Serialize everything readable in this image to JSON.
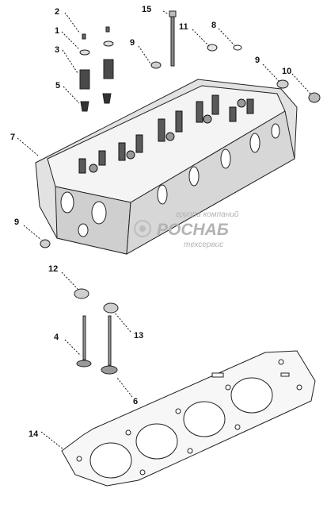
{
  "diagram": {
    "callouts": [
      "1",
      "2",
      "3",
      "4",
      "5",
      "6",
      "7",
      "8",
      "9",
      "9",
      "9",
      "10",
      "11",
      "12",
      "13",
      "14",
      "15"
    ],
    "watermark": {
      "line1": "группа компаний",
      "line2": "РОСНАБ",
      "line3": "техсервис"
    }
  }
}
